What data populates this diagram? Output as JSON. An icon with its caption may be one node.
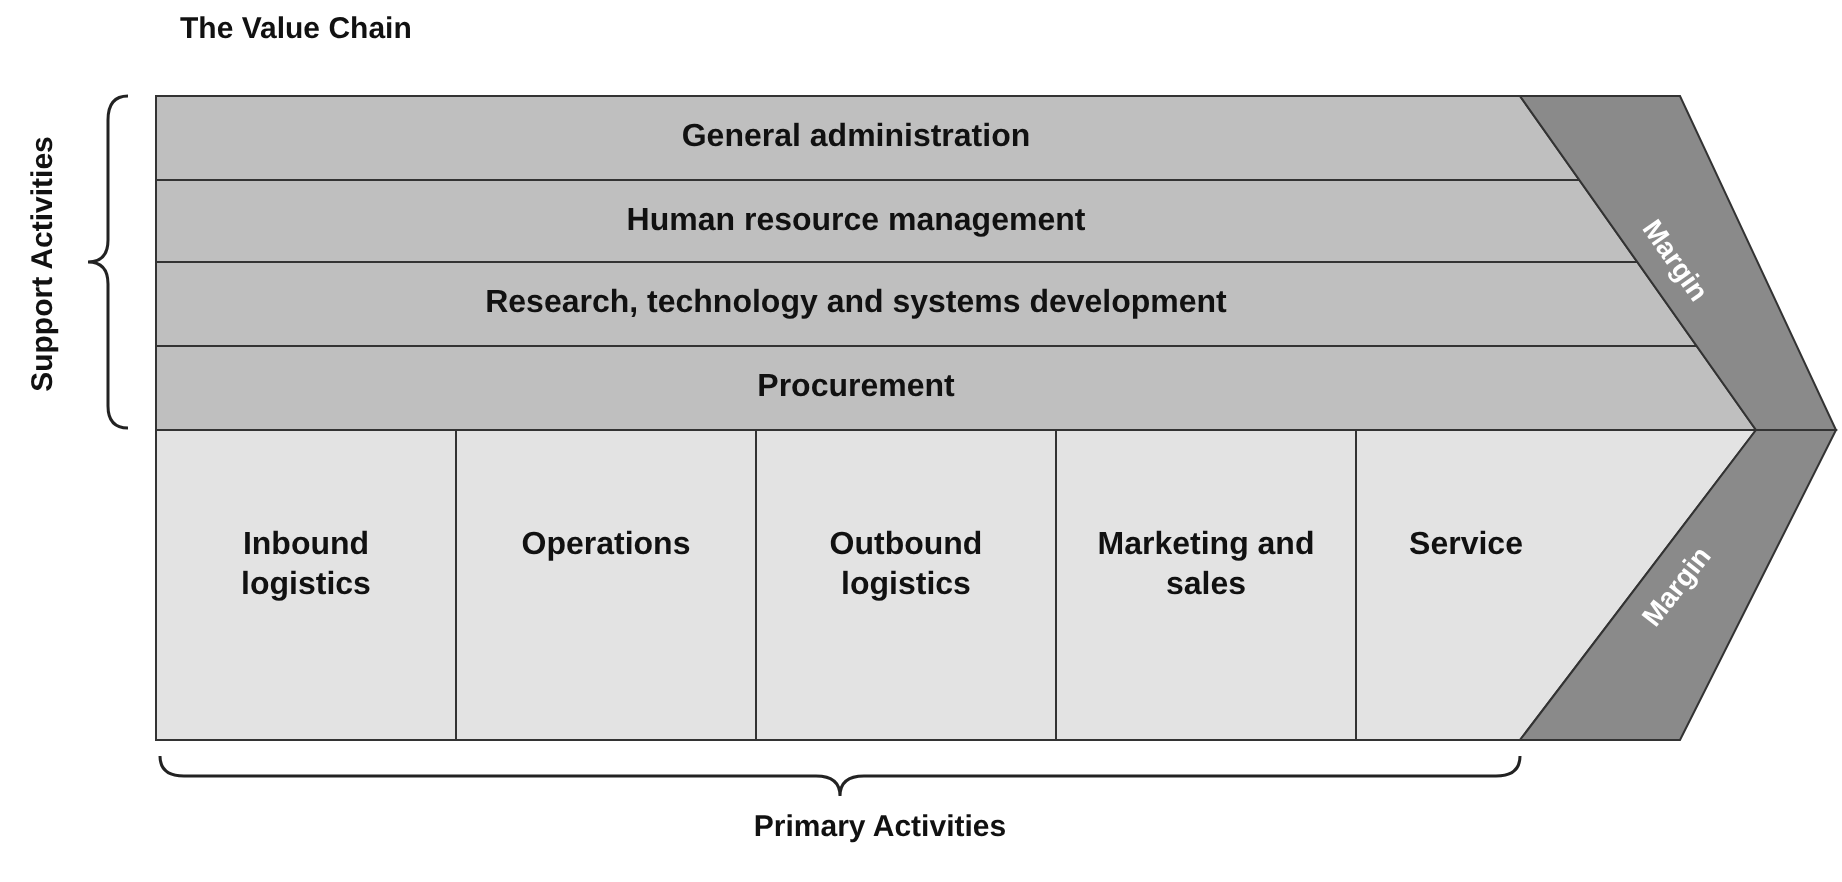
{
  "diagram": {
    "title": "The Value Chain",
    "nodes": [
      {
        "text": [
          "General administration"
        ]
      },
      {
        "text": [
          "Human resource management"
        ]
      },
      {
        "text": [
          "Research, technology and systems development"
        ]
      },
      {
        "text": [
          "Procurement"
        ]
      },
      {
        "text": [
          "Inbound logistics"
        ]
      },
      {
        "text": [
          "Operations"
        ]
      },
      {
        "text": [
          "Outbound logistics"
        ]
      },
      {
        "text": [
          "Marketing and sales"
        ]
      },
      {
        "text": [
          "Service"
        ]
      },
      {
        "text": [
          "Margin"
        ]
      },
      {
        "text": [
          "Margin"
        ]
      }
    ],
    "labels": [
      "Support Activities",
      "Primary Activities"
    ]
  }
}
